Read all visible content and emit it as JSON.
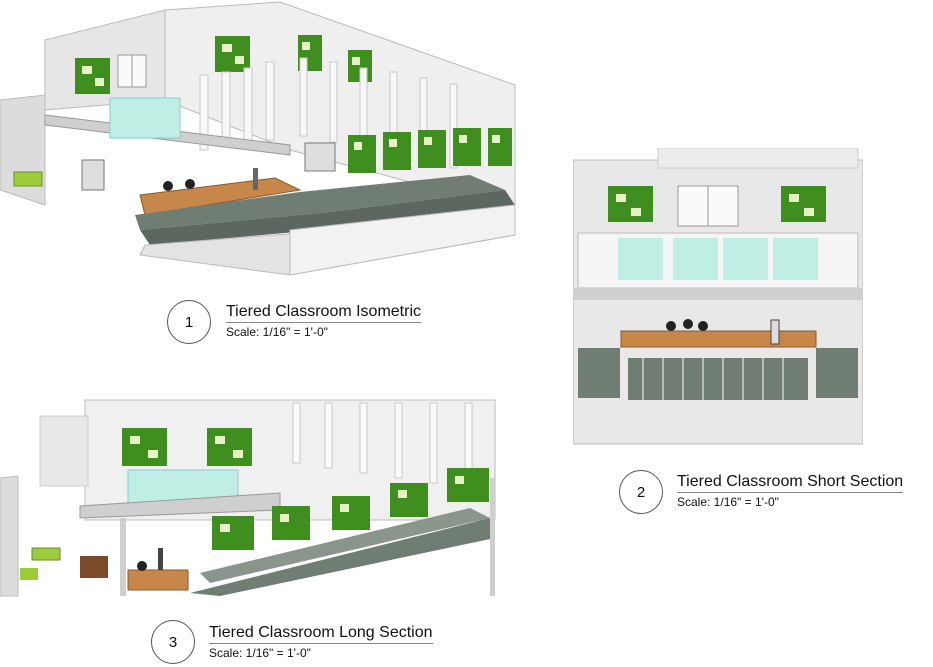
{
  "views": [
    {
      "number": "1",
      "title": "Tiered Classroom Isometric",
      "scale": "Scale: 1/16\" = 1'-0\""
    },
    {
      "number": "2",
      "title": "Tiered Classroom Short Section",
      "scale": "Scale: 1/16\" = 1'-0\""
    },
    {
      "number": "3",
      "title": "Tiered Classroom Long Section",
      "scale": "Scale: 1/16\" = 1'-0\""
    }
  ],
  "colors": {
    "wall": "#ececec",
    "wall_shade": "#d6d6d6",
    "floor_wood": "#c8874a",
    "glass": "#bfeee4",
    "moss_green": "#3f8f1f",
    "moss_light": "#e8f0c8",
    "seat": "#6f7d72",
    "sofa": "#9ccc3a"
  }
}
